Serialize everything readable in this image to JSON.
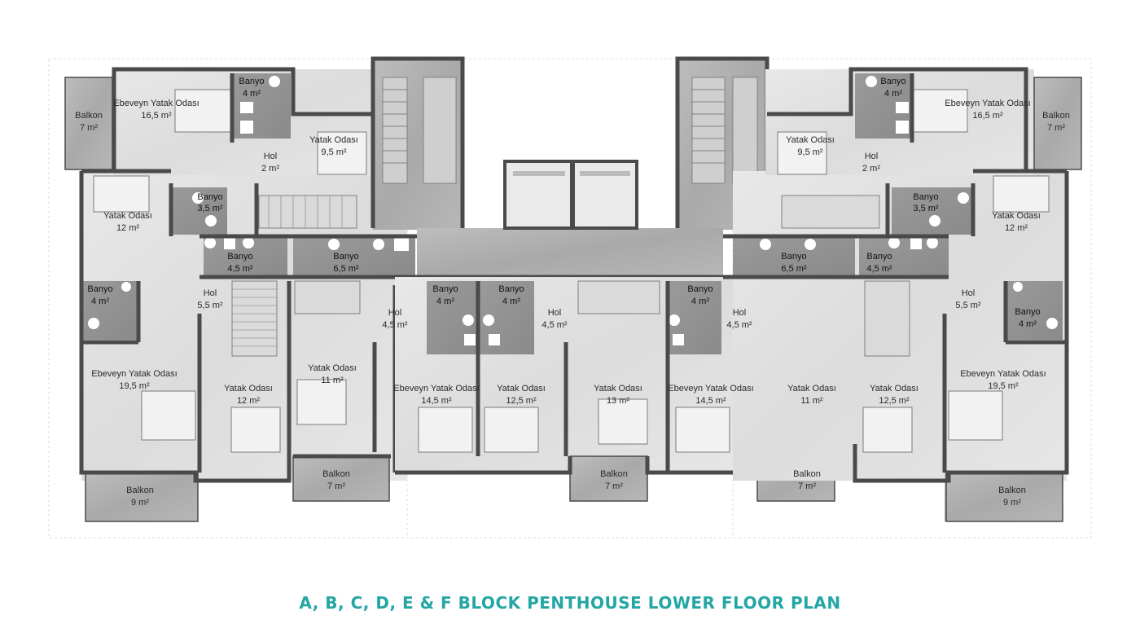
{
  "title": "A, B, C, D, E & F BLOCK PENTHOUSE LOWER FLOOR PLAN",
  "colors": {
    "title": "#23a6a4",
    "wall": "#4a4a4a",
    "floor_light": "#e3e3e3",
    "floor_mid": "#b9b9b9",
    "floor_dark": "#8f8f8f",
    "bath": "#5a5a5a"
  },
  "rooms": [
    {
      "name": "Balkon",
      "area": "7 m²"
    },
    {
      "name": "Ebeveyn Yatak Odası",
      "area": "16,5 m²"
    },
    {
      "name": "Banyo",
      "area": "4 m²"
    },
    {
      "name": "Yatak Odası",
      "area": "9,5 m²"
    },
    {
      "name": "Hol",
      "area": "2 m²"
    },
    {
      "name": "Yatak Odası",
      "area": "12 m²"
    },
    {
      "name": "Banyo",
      "area": "3,5 m²"
    },
    {
      "name": "Banyo",
      "area": "4,5 m²"
    },
    {
      "name": "Banyo",
      "area": "6,5 m²"
    },
    {
      "name": "Banyo",
      "area": "4 m²"
    },
    {
      "name": "Hol",
      "area": "5,5 m²"
    },
    {
      "name": "Hol",
      "area": "4,5 m²"
    },
    {
      "name": "Ebeveyn Yatak Odası",
      "area": "19,5 m²"
    },
    {
      "name": "Yatak Odası",
      "area": "12 m²"
    },
    {
      "name": "Yatak Odası",
      "area": "11 m²"
    },
    {
      "name": "Balkon",
      "area": "7 m²"
    },
    {
      "name": "Balkon",
      "area": "9 m²"
    },
    {
      "name": "Banyo",
      "area": "4 m²"
    },
    {
      "name": "Banyo",
      "area": "4 m²"
    },
    {
      "name": "Hol",
      "area": "4,5 m²"
    },
    {
      "name": "Ebeveyn Yatak Odası",
      "area": "14,5 m²"
    },
    {
      "name": "Yatak Odası",
      "area": "12,5 m²"
    },
    {
      "name": "Yatak Odası",
      "area": "13 m²"
    },
    {
      "name": "Balkon",
      "area": "7 m²"
    },
    {
      "name": "Banyo",
      "area": "4 m²"
    },
    {
      "name": "Hol",
      "area": "4,5 m²"
    },
    {
      "name": "Ebeveyn Yatak Odası",
      "area": "14,5 m²"
    },
    {
      "name": "Yatak Odası",
      "area": "11 m²"
    },
    {
      "name": "Balkon",
      "area": "7 m²"
    },
    {
      "name": "Banyo",
      "area": "4 m²"
    },
    {
      "name": "Ebeveyn Yatak Odası",
      "area": "16,5 m²"
    },
    {
      "name": "Balkon",
      "area": "7 m²"
    },
    {
      "name": "Yatak Odası",
      "area": "9,5 m²"
    },
    {
      "name": "Hol",
      "area": "2 m²"
    },
    {
      "name": "Banyo",
      "area": "3,5 m²"
    },
    {
      "name": "Yatak Odası",
      "area": "12 m²"
    },
    {
      "name": "Banyo",
      "area": "6,5 m²"
    },
    {
      "name": "Banyo",
      "area": "4,5 m²"
    },
    {
      "name": "Hol",
      "area": "5,5 m²"
    },
    {
      "name": "Banyo",
      "area": "4 m²"
    },
    {
      "name": "Yatak Odası",
      "area": "12,5 m²"
    },
    {
      "name": "Ebeveyn Yatak Odası",
      "area": "19,5 m²"
    },
    {
      "name": "Balkon",
      "area": "9 m²"
    }
  ]
}
